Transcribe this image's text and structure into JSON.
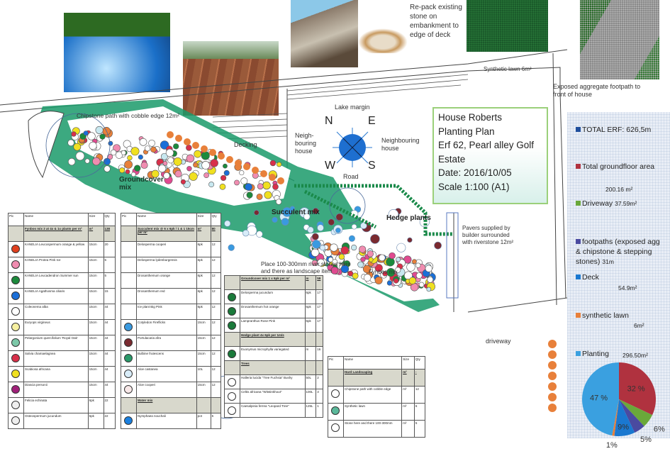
{
  "title_box": {
    "lines": [
      "House Roberts",
      "Planting Plan",
      "Erf 62, Pearl alley Golf",
      "Estate",
      "Date: 2016/10/05",
      "Scale 1:100 (A1)"
    ]
  },
  "compass": {
    "n": "N",
    "e": "E",
    "s": "S",
    "w": "W",
    "top": "Lake margin",
    "left": "Neigh-\nbouring\nhouse",
    "right": "Neighbouring\nhouse",
    "bottom": "Road",
    "color": "#1e6fd0"
  },
  "annotations": {
    "repack": "Re-pack existing stone on embankment to edge of deck",
    "synthetic_lawn": "Synthetic lawn 6m²",
    "exposed_aggregate": "Exposed aggregate footpath to front of house",
    "chipstone": "Chipstone path with cobble edge 12m²",
    "decking": "Decking",
    "groundcover": "Groundcover mix",
    "succulent": "Succulent mix",
    "hedge": "Hedge plants",
    "river_stones": "Place 100-300mm river stones here and there as landscape item",
    "fynbos": "Fynbos mix",
    "pavers": "Pavers supplied by builder surrounded with riverstone 12m²",
    "driveway": "driveway"
  },
  "legend": {
    "items": [
      {
        "label": "TOTAL ERF:",
        "value": "626,5m",
        "color": "#1f4e9c"
      },
      {
        "label": "Total groundfloor area",
        "value": "200.16 m²",
        "color": "#b0323f"
      },
      {
        "label": "Driveway",
        "value": "37.59m²",
        "color": "#6aa83a"
      },
      {
        "label": "footpaths (exposed agg & chipstone & stepping stones)",
        "value": "31m",
        "color": "#4a4aa0"
      },
      {
        "label": "Deck",
        "value": "54.9m²",
        "color": "#1a78d0"
      },
      {
        "label": "synthetic lawn",
        "value": "6m²",
        "color": "#e8803a"
      },
      {
        "label": "Planting",
        "value": "296.50m²",
        "color": "#3aa0e0"
      }
    ]
  },
  "chart_data": {
    "type": "pie",
    "categories": [
      "Total groundfloor area",
      "Driveway",
      "footpaths",
      "Deck",
      "synthetic lawn",
      "Planting"
    ],
    "values": [
      32,
      6,
      5,
      9,
      1,
      47
    ],
    "labels": [
      "32 %",
      "6%",
      "5%",
      "9%",
      "1%",
      "47 %"
    ],
    "colors": [
      "#b0323f",
      "#6aa83a",
      "#4a4aa0",
      "#1a78d0",
      "#e8803a",
      "#3aa0e0"
    ]
  },
  "tables": [
    {
      "headers": [
        "Pic",
        "Name",
        "Size",
        "Qty"
      ],
      "rows": [
        {
          "section": true,
          "name": "Fynbos mix 2 at 4x & 1x plants per m²",
          "size": "m²",
          "qty": "138"
        },
        {
          "name": "KANELIA Leucospermum orange & yellow",
          "size": "15cm",
          "qty": "20",
          "swatch": "#e0401e"
        },
        {
          "name": "KANELIA Protea Pink Ice",
          "size": "15cm",
          "qty": "5",
          "swatch": "#f08cb0"
        },
        {
          "name": "KANELIA Leucadendron Summer sun",
          "size": "15cm",
          "qty": "5",
          "swatch": "#1c8a3c"
        },
        {
          "name": "KANELIA Agathosma ciliaris",
          "size": "15cm",
          "qty": "15",
          "swatch": "#1a6fd8"
        },
        {
          "name": "Coleonema alba",
          "size": "15cm",
          "qty": "44",
          "swatch": "#ffffff"
        },
        {
          "name": "Euryops virgineus",
          "size": "15cm",
          "qty": "44",
          "swatch": "#f6f0a0"
        },
        {
          "name": "Pelargonium quercifolium 'Royal Oak'",
          "size": "15cm",
          "qty": "44",
          "swatch": "#7cc8a8"
        },
        {
          "name": "Salvia chamaelagnea",
          "size": "15cm",
          "qty": "44",
          "swatch": "#d8304a"
        },
        {
          "name": "Scabiosa africana",
          "size": "15cm",
          "qty": "44",
          "swatch": "#f0e020"
        },
        {
          "name": "Diascia personii",
          "size": "15cm",
          "qty": "44",
          "swatch": "#a0207a"
        },
        {
          "name": "Felicia echinata",
          "size": "6pk",
          "qty": "22",
          "swatch": "#eeeeee"
        },
        {
          "name": "Osteospermum jucundum",
          "size": "6pk",
          "qty": "22",
          "swatch": "#eeeeee"
        }
      ]
    },
    {
      "headers": [
        "Pic",
        "Name",
        "Size",
        "Qty"
      ],
      "rows": [
        {
          "section": true,
          "name": "Succulent mix @ 6 x 6pk / 1 & 1 15cm per m²",
          "size": "m²",
          "qty": "80"
        },
        {
          "name": "Delosperma cooperi",
          "size": "6pk",
          "qty": "12"
        },
        {
          "name": "Delosperma lydenburgensis",
          "size": "6pk",
          "qty": "12"
        },
        {
          "name": "Drosanthemum orange",
          "size": "6pk",
          "qty": "12"
        },
        {
          "name": "Drosanthemum red",
          "size": "6pk",
          "qty": "12"
        },
        {
          "name": "Ice plant Big Pink",
          "size": "6pk",
          "qty": "12"
        },
        {
          "name": "Cotyledon Fireflicks",
          "size": "15cm",
          "qty": "12",
          "swatch": "#3a9ae0"
        },
        {
          "name": "Portulacaria afra",
          "size": "15cm",
          "qty": "12",
          "swatch": "#7a2a30"
        },
        {
          "name": "Bulbine frutescens",
          "size": "15cm",
          "qty": "12",
          "swatch": "#2a9a6a"
        },
        {
          "name": "Aloe castanea",
          "size": "10L",
          "qty": "12",
          "swatch": "#d8ecf8"
        },
        {
          "name": "Aloe cooperi",
          "size": "15cm",
          "qty": "12",
          "swatch": "#f8e8e8"
        },
        {
          "section": true,
          "name": "Water mix",
          "size": "",
          "qty": ""
        },
        {
          "name": "Nymphaea nouchali",
          "size": "pot",
          "qty": "5",
          "swatch": "#1a80e0"
        }
      ]
    },
    {
      "headers": [],
      "rows": [
        {
          "section": true,
          "name": "Groundcover mix 1 x 6pk per m²",
          "size": "m",
          "qty": "59"
        },
        {
          "name": "Delosperma jucundum",
          "size": "6pk",
          "qty": "17",
          "swatch": "#1a7a3a"
        },
        {
          "name": "Drosanthemum hot orange",
          "size": "6pk",
          "qty": "17",
          "swatch": "#1a7a3a"
        },
        {
          "name": "Lampranthus Rose Pink",
          "size": "6pk",
          "qty": "17",
          "swatch": "#1a7a3a"
        },
        {
          "section": true,
          "name": "Hedge plant 4x 6pk per 1m/s",
          "size": "",
          "qty": ""
        },
        {
          "name": "Euonymus microphylla variegated",
          "size": "m",
          "qty": "16",
          "swatch": "#1a7a3a"
        },
        {
          "section": true,
          "name": "Trees",
          "size": "",
          "qty": ""
        },
        {
          "name": "Halleria lucida \"Tree Fuchsia\" Bushy",
          "size": "50L",
          "qty": "2",
          "swatch": "#ffffff"
        },
        {
          "name": "Celtis africana \"Witstinkhout\"",
          "size": "100L",
          "qty": "3",
          "swatch": "#ffffff"
        },
        {
          "name": "Caesalpinia ferrea \"Leopard Tree\"",
          "size": "125L",
          "qty": "1",
          "swatch": "#ffffff"
        }
      ]
    },
    {
      "headers": [
        "Pic",
        "Name",
        "Size",
        "Qty"
      ],
      "rows": [
        {
          "section": true,
          "name": "Hard Landscaping",
          "size": "m²",
          "qty": "-"
        },
        {
          "name": "Chipstone path with cobble edge",
          "size": "m²",
          "qty": "12",
          "swatch": "#ffffff"
        },
        {
          "name": "Synthetic lawn",
          "size": "m²",
          "qty": "6",
          "swatch": "#5ab89a"
        },
        {
          "name": "Stone here and there 100-300mm",
          "size": "m²",
          "qty": "5",
          "swatch": "#ffffff"
        }
      ]
    }
  ]
}
